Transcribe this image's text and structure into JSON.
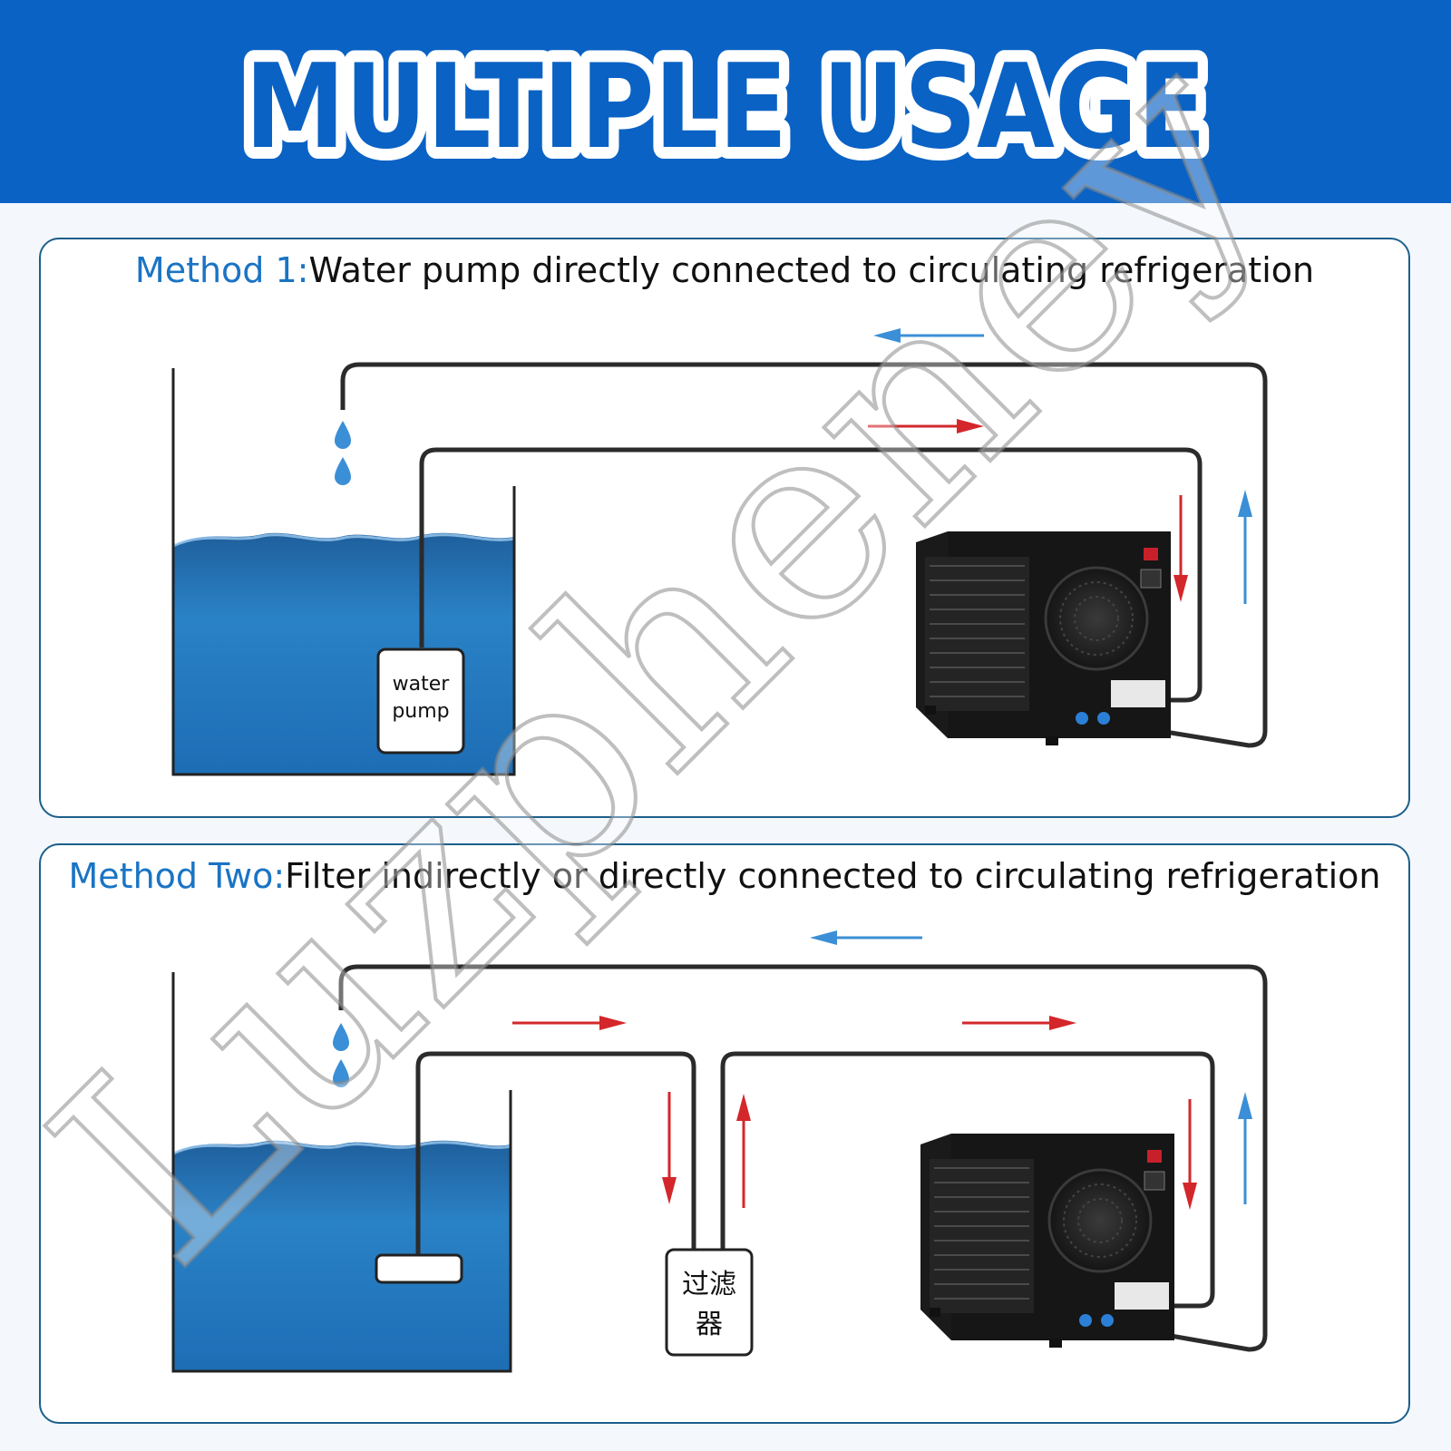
{
  "banner": {
    "title": "MULTIPLE USAGE"
  },
  "method1": {
    "label": "Method 1:",
    "description": "Water pump directly connected to circulating refrigeration",
    "pump_line1": "water",
    "pump_line2": "pump"
  },
  "method2": {
    "label": "Method Two:",
    "description": "Filter indirectly or directly connected to circulating refrigeration",
    "filter_line1": "过滤",
    "filter_line2": "器"
  },
  "watermark": {
    "text": "Luzpheney"
  },
  "colors": {
    "banner_blue": "#0a62c4",
    "method_label": "#1a74c4",
    "cold_flow_arrow": "#3b8fd6",
    "warm_flow_arrow": "#d3272b",
    "panel_border": "#1c5f8a",
    "pipe": "#2b2b2b"
  }
}
